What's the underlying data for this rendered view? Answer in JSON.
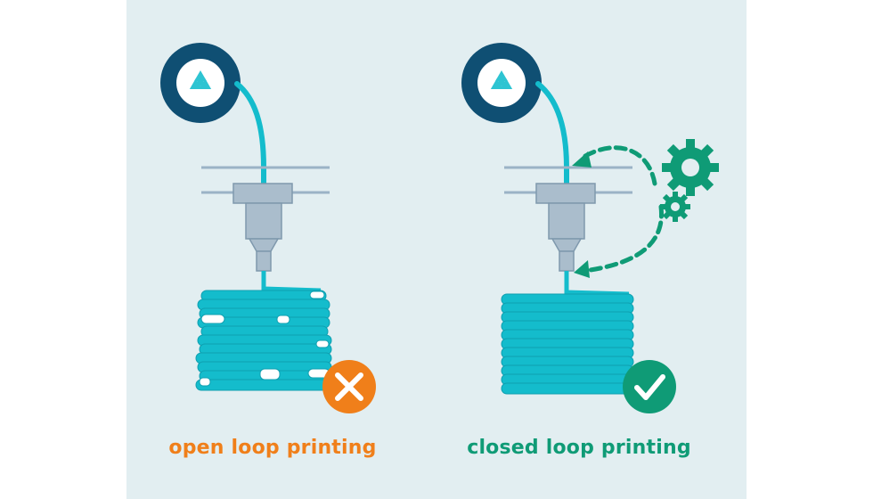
{
  "panels": {
    "open": {
      "caption": "open loop printing",
      "status": "fail"
    },
    "closed": {
      "caption": "closed loop printing",
      "status": "success"
    }
  },
  "icons": {
    "spool": "recycle-icon",
    "fail": "cross-icon",
    "success": "check-icon",
    "control": "gear-icon"
  },
  "colors": {
    "background": "#e2eef1",
    "spool_ring": "#0f4f73",
    "filament": "#14bccc",
    "nozzle": "#a9bccb",
    "rails": "#9bb3c6",
    "open_accent": "#f07f1a",
    "closed_accent": "#0f9b76"
  }
}
